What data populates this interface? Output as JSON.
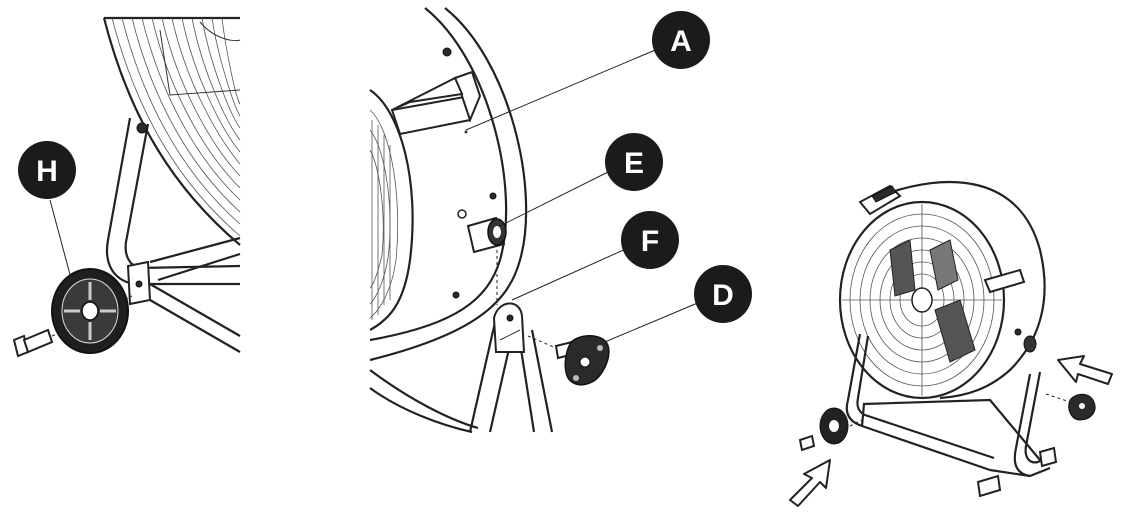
{
  "callouts": {
    "A": "A",
    "E": "E",
    "F": "F",
    "D": "D",
    "H": "H"
  },
  "icons": {
    "assembly-arrow": "hollow-arrow-icon"
  },
  "colors": {
    "ink": "#1b1b1b",
    "background": "#ffffff"
  }
}
